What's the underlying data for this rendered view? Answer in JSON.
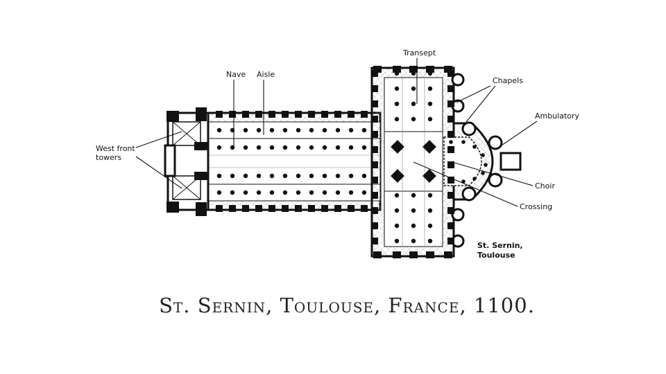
{
  "slide": {
    "title": "St. Sernin, Toulouse,  France, 1100."
  },
  "diagram": {
    "credit": {
      "line1": "St. Sernin,",
      "line2": "Toulouse"
    },
    "labels": {
      "transept": "Transept",
      "nave": "Nave",
      "aisle": "Aisle",
      "chapels": "Chapels",
      "ambulatory": "Ambulatory",
      "west_front_line1": "West front",
      "west_front_line2": "towers",
      "choir": "Choir",
      "crossing": "Crossing"
    }
  },
  "colors": {
    "ink": "#111111",
    "paper": "#ffffff",
    "hatch": "#9a9a9a"
  }
}
